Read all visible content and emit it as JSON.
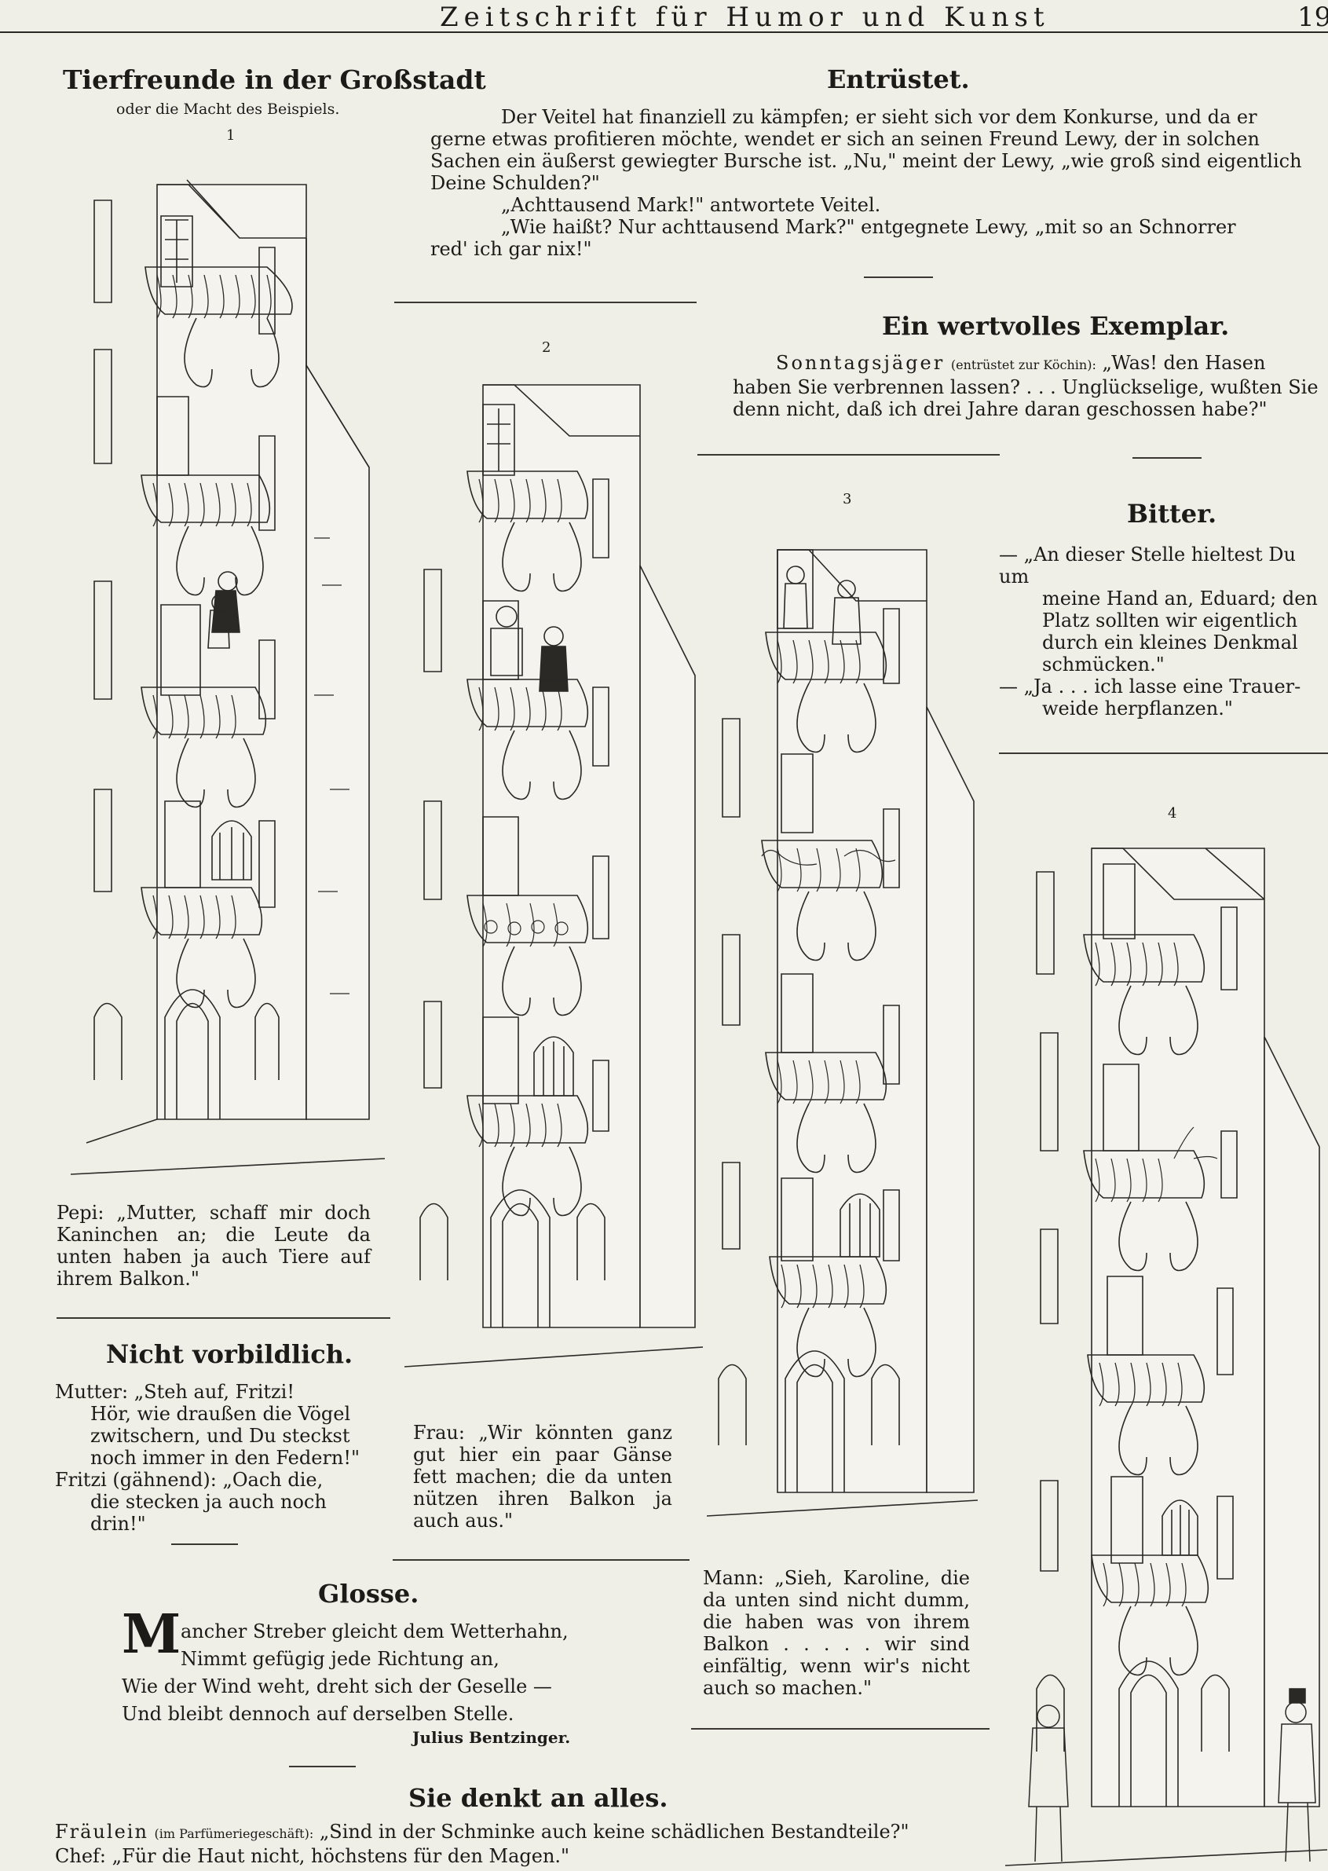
{
  "header": {
    "title": "Zeitschrift für Humor und Kunst",
    "page_number_partial": "19"
  },
  "comic": {
    "title": "Tierfreunde in der Großstadt",
    "subtitle": "oder die Macht des Beispiels.",
    "panel_numbers": [
      "1",
      "2",
      "3",
      "4"
    ],
    "captions": [
      "Pepi: „Mutter, schaff mir doch Kaninchen an; die Leute da unten haben ja auch Tiere auf ihrem Balkon.\"",
      "Frau: „Wir könnten ganz gut hier ein paar Gänse fett machen; die da unten nützen ihren Balkon ja auch aus.\"",
      "Mann: „Sieh, Karoline, die da unten sind nicht dumm, die haben was von ihrem Balkon . . . . . wir sind einfältig, wenn wir's nicht auch so machen.\""
    ]
  },
  "articles": {
    "entruestet": {
      "title": "Entrüstet.",
      "lines": [
        "Der Veitel hat finanziell zu kämpfen; er sieht sich vor dem Konkurse, und da er",
        "gerne etwas profitieren möchte, wendet er sich an seinen Freund Lewy, der in solchen",
        "Sachen ein äußerst gewiegter Bursche ist. „Nu,\" meint der Lewy, „wie groß sind eigentlich",
        "Deine Schulden?\"",
        "„Achttausend Mark!\" antwortete Veitel.",
        "„Wie haißt? Nur achttausend Mark?\" entgegnete Lewy, „mit so an Schnorrer",
        "red' ich gar nix!\""
      ]
    },
    "exemplar": {
      "title": "Ein wertvolles Exemplar.",
      "speaker": "Sonntagsjäger",
      "stage": "(entrüstet zur Köchin):",
      "lines": [
        "„Was! den Hasen",
        "haben Sie verbrennen lassen? . . . Unglückselige, wußten Sie",
        "denn nicht, daß ich drei Jahre daran geschossen habe?\""
      ]
    },
    "bitter": {
      "title": "Bitter.",
      "lines": [
        "— „An dieser Stelle hieltest Du um",
        "meine Hand an, Eduard; den",
        "Platz sollten wir eigentlich",
        "durch ein kleines Denkmal",
        "schmücken.\"",
        "— „Ja . . . ich lasse eine Trauer-",
        "weide herpflanzen.\""
      ]
    },
    "nicht_vorbildlich": {
      "title": "Nicht vorbildlich.",
      "lines": [
        "Mutter: „Steh auf, Fritzi!",
        "Hör, wie draußen die Vögel",
        "zwitschern, und Du steckst",
        "noch immer in den Federn!\"",
        "Fritzi (gähnend): „Oach die,",
        "die stecken ja auch noch drin!\""
      ]
    },
    "glosse": {
      "title": "Glosse.",
      "drop_cap": "M",
      "lines": [
        "ancher Streber gleicht dem Wetterhahn,",
        "Nimmt gefügig jede Richtung an,",
        "Wie der Wind weht, dreht sich der Geselle —",
        "Und bleibt dennoch auf derselben Stelle."
      ],
      "author": "Julius Bentzinger."
    },
    "sie_denkt": {
      "title": "Sie denkt an alles.",
      "line1_speaker": "Fräulein",
      "line1_stage": "(im Parfümeriegeschäft):",
      "line1_text": "„Sind in der Schminke auch keine schädlichen Bestandteile?\"",
      "line2_speaker": "Chef:",
      "line2_text": "„Für die Haut nicht, höchstens für den Magen.\""
    }
  }
}
